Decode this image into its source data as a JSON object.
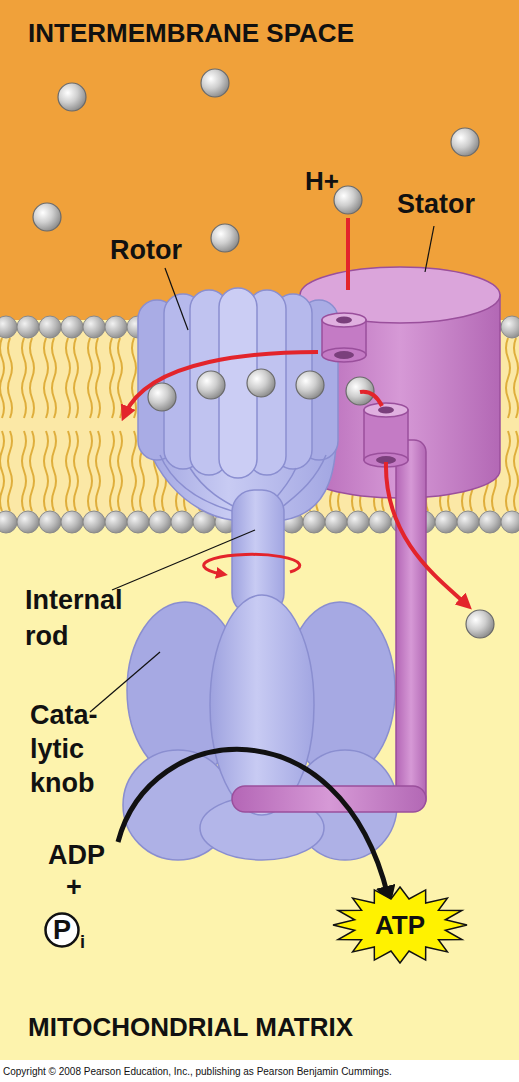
{
  "diagram": {
    "nodes": [
      {
        "text": [
          "INTERMEMBRANE SPACE"
        ]
      },
      {
        "text": [
          "MITOCHONDRIAL MATRIX"
        ]
      },
      {
        "text": [
          "P",
          "i"
        ],
        "in": 1
      },
      {
        "text": [
          "ATP"
        ],
        "in": 1
      }
    ],
    "labels": [
      "H+",
      "Stator",
      "Rotor",
      "Internal rod",
      "Cata- lytic knob",
      "ADP",
      "+",
      "Copyright © 2008 Pearson Education, Inc., publishing as Pearson Benjamin Cummings."
    ]
  }
}
